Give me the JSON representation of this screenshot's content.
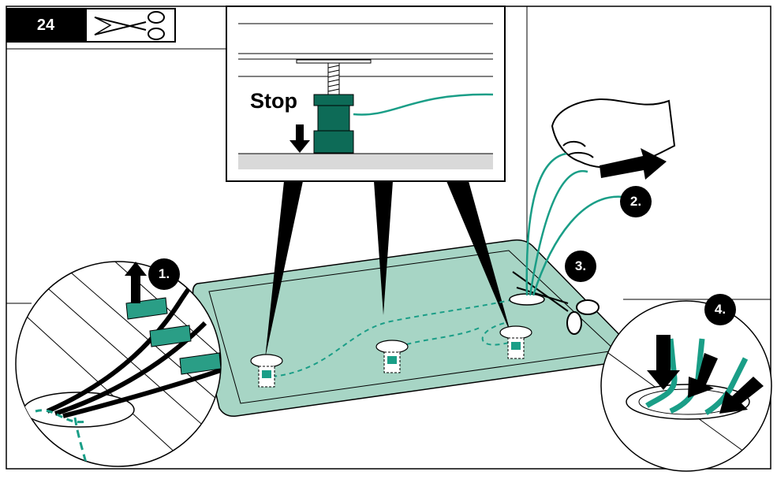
{
  "header": {
    "step_number": "24",
    "tool_icon": "scissors-icon"
  },
  "detail_panel": {
    "stop_label": "Stop"
  },
  "steps": [
    {
      "id": "1",
      "label": "1."
    },
    {
      "id": "2",
      "label": "2."
    },
    {
      "id": "3",
      "label": "3."
    },
    {
      "id": "4",
      "label": "4."
    }
  ],
  "colors": {
    "teal_line": "#1a9e87",
    "tray_fill": "#a7d5c5",
    "foot_dark": "#0d6b57",
    "accent_tab": "#2a9e86"
  }
}
